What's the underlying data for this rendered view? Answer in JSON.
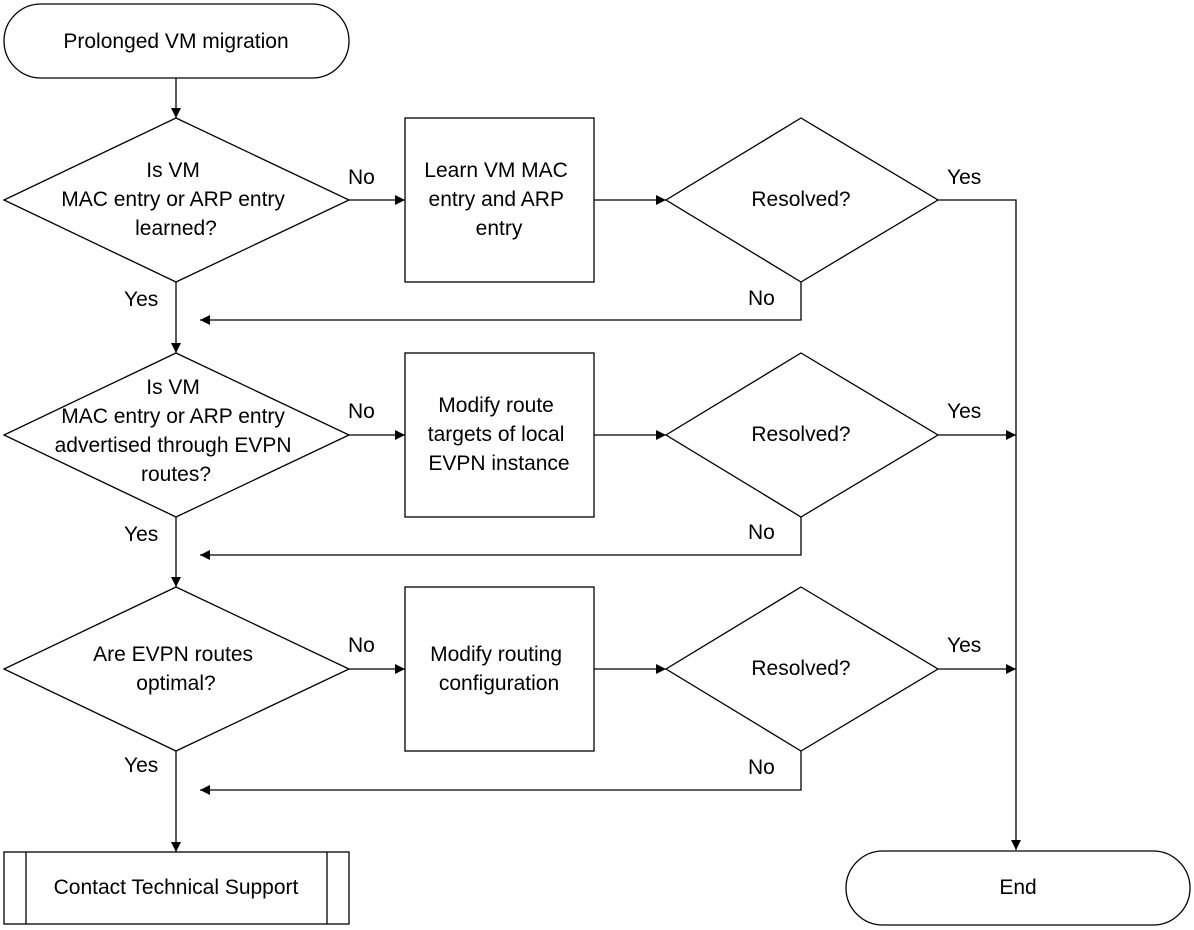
{
  "diagram": {
    "start": "Prolonged VM migration",
    "end": "End",
    "final": "Contact Technical Support",
    "stages": [
      {
        "question": [
          "Is VM",
          "MAC entry or ARP entry",
          "learned?"
        ],
        "action": [
          "Learn VM MAC",
          "entry and ARP",
          "entry"
        ],
        "check": "Resolved?",
        "yes": "Yes",
        "no": "No",
        "check_yes": "Yes",
        "check_no": "No"
      },
      {
        "question": [
          "Is VM",
          "MAC entry or ARP entry",
          "advertised through EVPN",
          "routes?"
        ],
        "action": [
          "Modify route",
          "targets of local",
          "EVPN instance"
        ],
        "check": "Resolved?",
        "yes": "Yes",
        "no": "No",
        "check_yes": "Yes",
        "check_no": "No"
      },
      {
        "question": [
          "Are EVPN routes",
          "optimal?"
        ],
        "action": [
          "Modify routing",
          "configuration"
        ],
        "check": "Resolved?",
        "yes": "Yes",
        "no": "No",
        "check_yes": "Yes",
        "check_no": "No"
      }
    ]
  }
}
